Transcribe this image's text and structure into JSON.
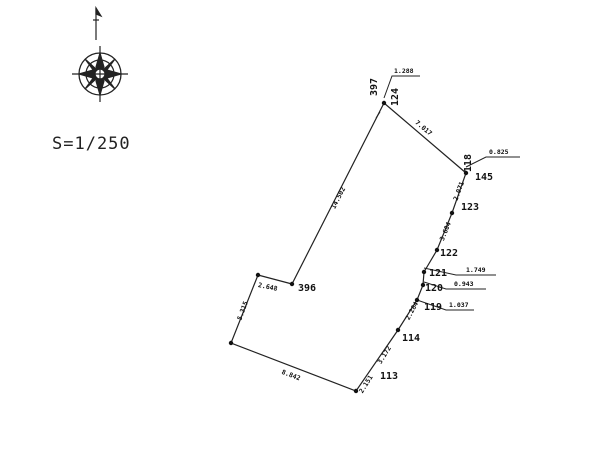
{
  "scale": "S=1/250",
  "compass": {
    "icon": "north-arrow-compass-icon"
  },
  "points": [
    {
      "id": "p397",
      "label": "397"
    },
    {
      "id": "p124",
      "label": "124"
    },
    {
      "id": "p118",
      "label": "118"
    },
    {
      "id": "p145",
      "label": "145"
    },
    {
      "id": "p123",
      "label": "123"
    },
    {
      "id": "p122",
      "label": "122"
    },
    {
      "id": "p121",
      "label": "121"
    },
    {
      "id": "p120",
      "label": "120"
    },
    {
      "id": "p119",
      "label": "119"
    },
    {
      "id": "p114",
      "label": "114"
    },
    {
      "id": "p113",
      "label": "113"
    },
    {
      "id": "p396",
      "label": "396"
    }
  ],
  "edge_lengths": {
    "top_left": "14.502",
    "top_right": "7.017",
    "right_upper": "2.071",
    "right_mid": "3.604",
    "right_lower": "2.284",
    "right_bottom": "3.172",
    "right_base": "2.151",
    "bottom": "8.842",
    "left": "5.315",
    "notch": "2.648"
  },
  "offsets": {
    "o397": "1.288",
    "o118": "0.825",
    "o121": "1.749",
    "o120": "0.943",
    "o119": "1.037"
  }
}
